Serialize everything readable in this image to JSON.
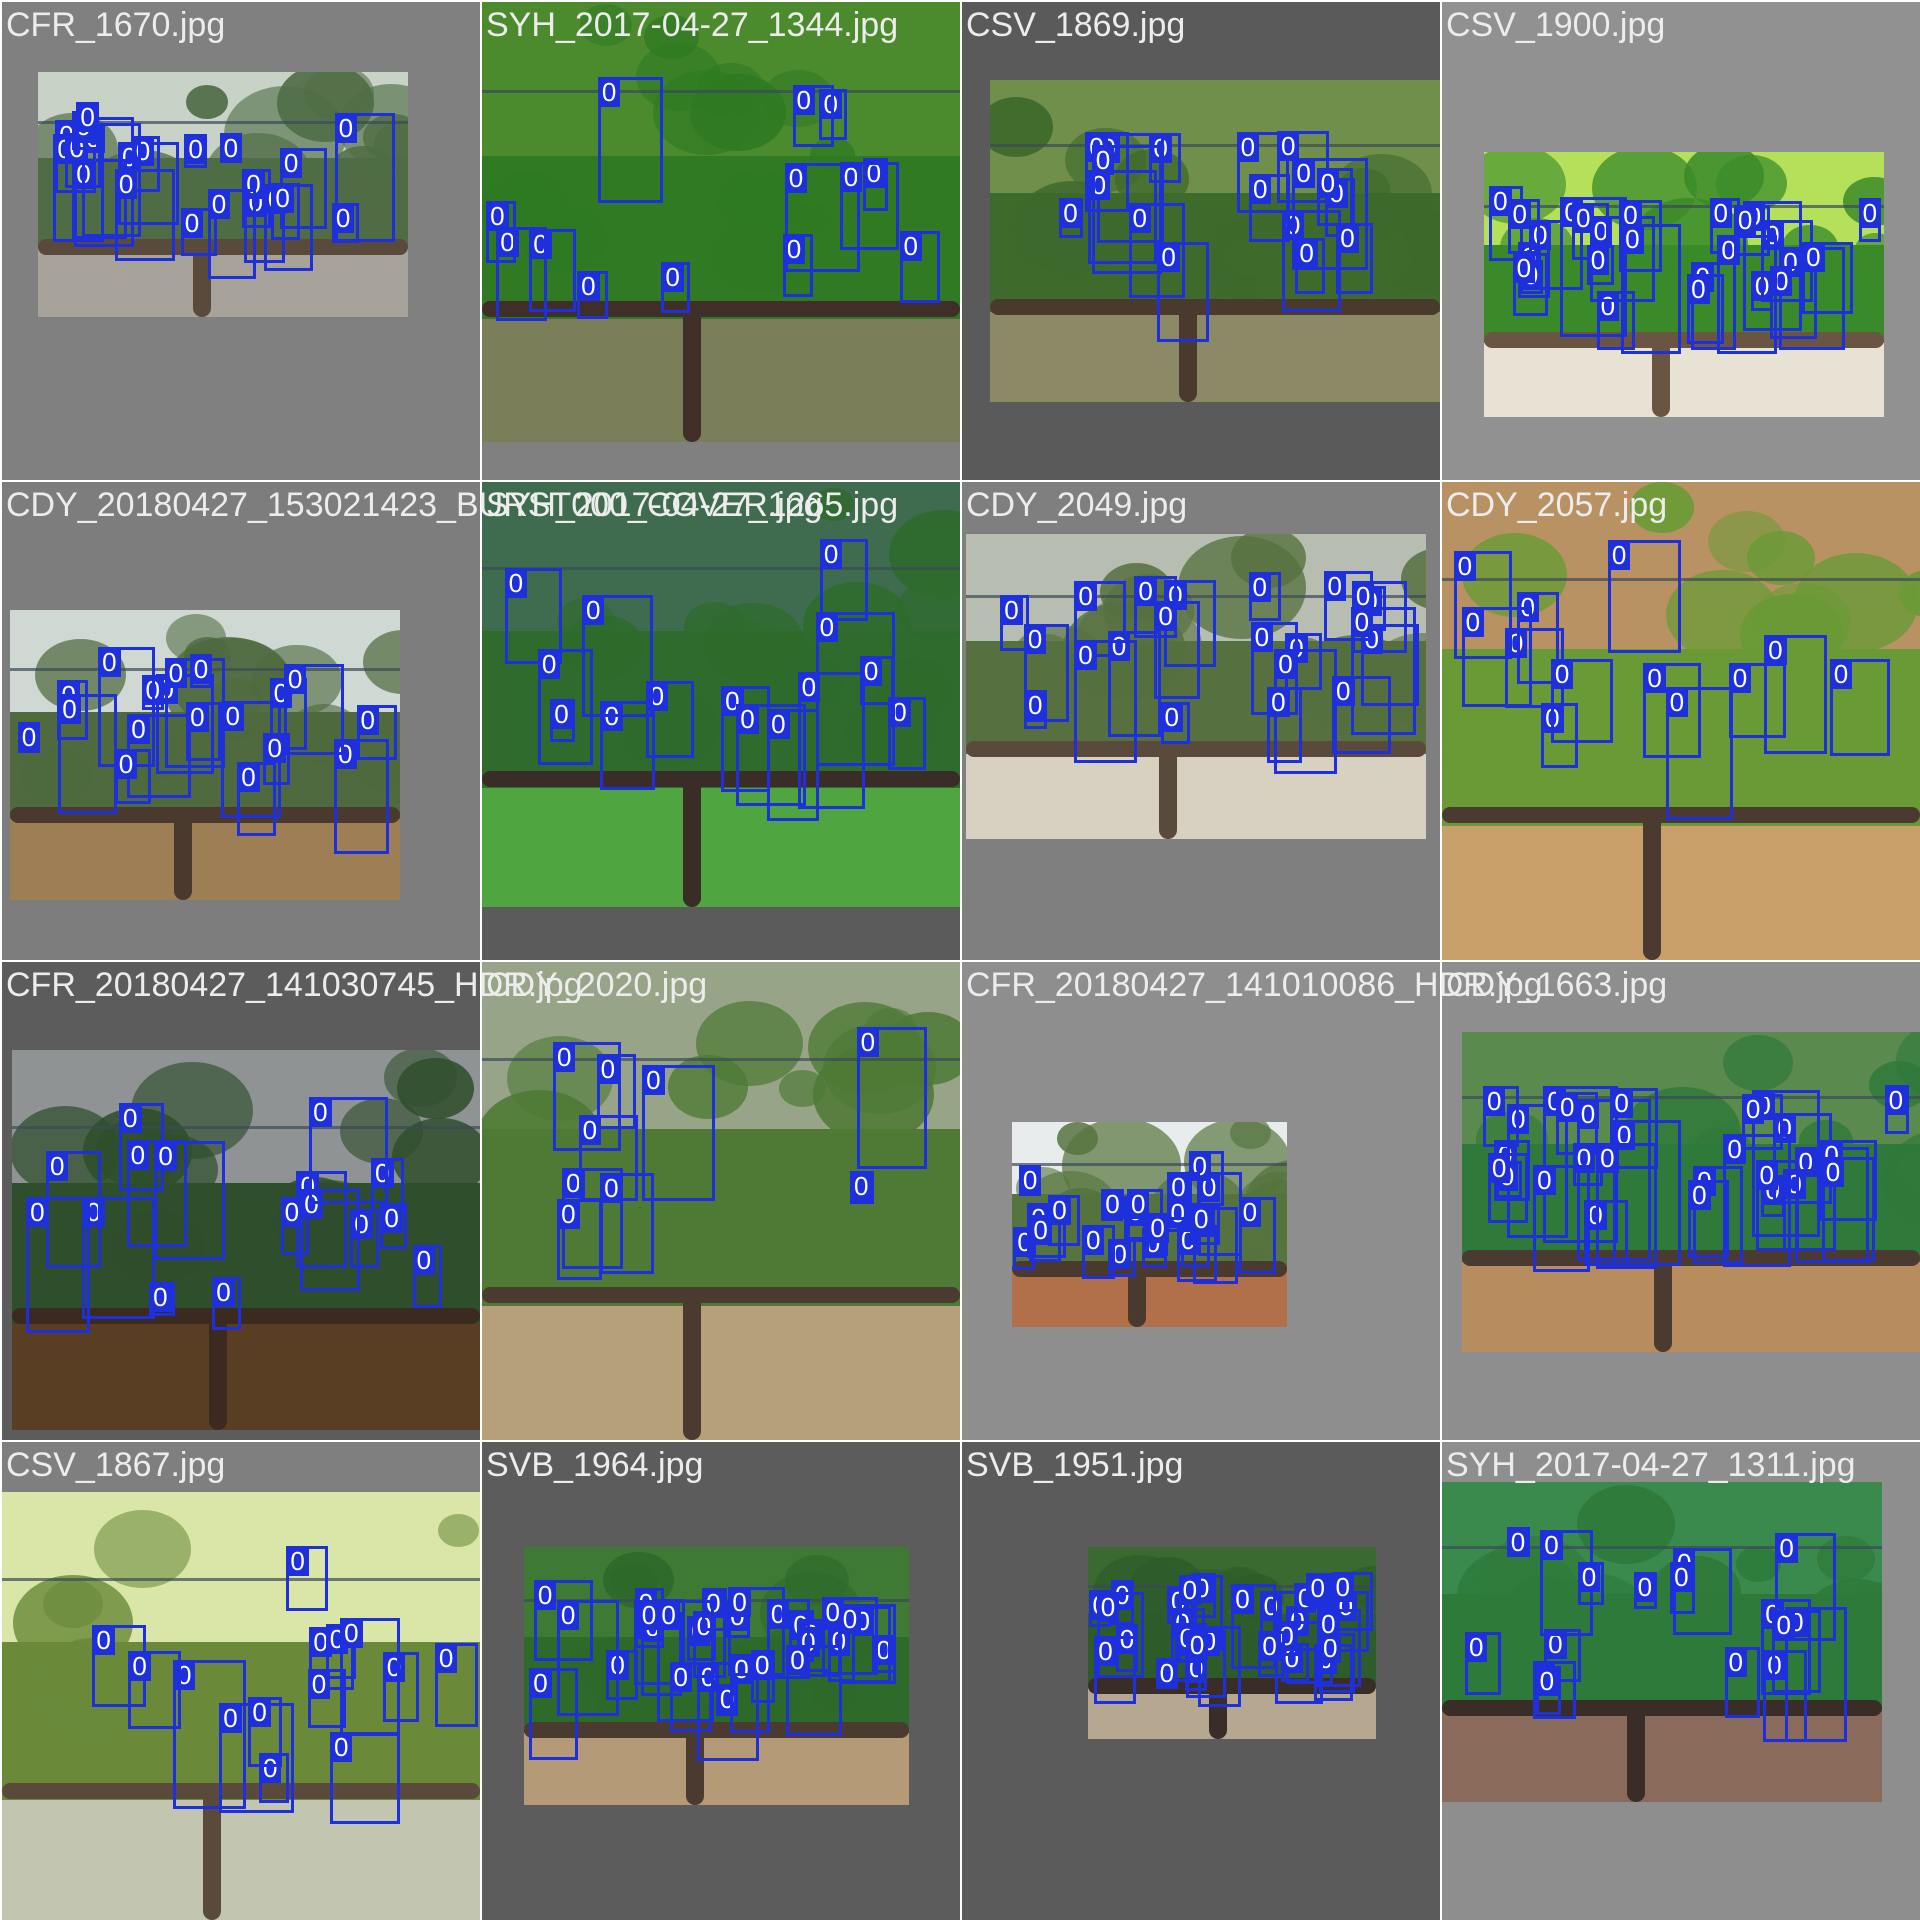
{
  "grid": {
    "cells": [
      {
        "filename": "CFR_1670.jpg",
        "bg": "#808080",
        "scene": {
          "sky": "#c9d2c6",
          "leaf": "#4f6d45",
          "ground": "#a7a39a",
          "trunk": "#5a4a3c"
        },
        "count": 22
      },
      {
        "filename": "SYH_2017-04-27_1344.jpg",
        "bg": "#808080",
        "scene": {
          "sky": "#4c8a2e",
          "leaf": "#2f7a22",
          "ground": "#7a7f5a",
          "trunk": "#3f2f28"
        },
        "count": 13
      },
      {
        "filename": "CSV_1869.jpg",
        "bg": "#5a5a5a",
        "scene": {
          "sky": "#6f8f4a",
          "leaf": "#3e6a2c",
          "ground": "#8c8a66",
          "trunk": "#4a3a2e"
        },
        "count": 17
      },
      {
        "filename": "CSV_1900.jpg",
        "bg": "#919191",
        "scene": {
          "sky": "#b4e05a",
          "leaf": "#3a8a2a",
          "ground": "#e8e2d4",
          "trunk": "#6a5542"
        },
        "count": 25
      },
      {
        "filename": "CDY_20180427_153021423_BURST000_COVER.jpg",
        "bg": "#7d7d7d",
        "scene": {
          "sky": "#cfd8d2",
          "leaf": "#4e6a3e",
          "ground": "#9e7f55",
          "trunk": "#4a3a2e"
        },
        "count": 18
      },
      {
        "filename": "SYH_2017-04-27_1265.jpg",
        "bg": "#5b5b5b",
        "scene": {
          "sky": "#3f6b4e",
          "leaf": "#2e6b2c",
          "ground": "#4fa640",
          "trunk": "#3a2c26"
        },
        "count": 14
      },
      {
        "filename": "CDY_2049.jpg",
        "bg": "#7f7f7f",
        "scene": {
          "sky": "#b7bdb0",
          "leaf": "#56703f",
          "ground": "#d8d0c0",
          "trunk": "#5a4a3c"
        },
        "count": 21
      },
      {
        "filename": "CDY_2057.jpg",
        "bg": "#8d8d8d",
        "scene": {
          "sky": "#b99264",
          "leaf": "#6a9a36",
          "ground": "#c9a06a",
          "trunk": "#4a3a30"
        },
        "count": 12
      },
      {
        "filename": "CFR_20180427_141030745_HDR.jpg",
        "bg": "#5c5c5c",
        "scene": {
          "sky": "#8f9394",
          "leaf": "#2f4e2c",
          "ground": "#5a3e24",
          "trunk": "#3a2a20"
        },
        "count": 16
      },
      {
        "filename": "CDY_2020.jpg",
        "bg": "#818181",
        "scene": {
          "sky": "#98a488",
          "leaf": "#4e7a36",
          "ground": "#b6a07a",
          "trunk": "#4a3a30"
        },
        "count": 9
      },
      {
        "filename": "CFR_20180427_141010086_HDR.jpg",
        "bg": "#8e8e8e",
        "scene": {
          "sky": "#e8ecec",
          "leaf": "#55743e",
          "ground": "#b2704a",
          "trunk": "#4a3a2e"
        },
        "count": 21
      },
      {
        "filename": "CDY_1663.jpg",
        "bg": "#8e8e8e",
        "scene": {
          "sky": "#5b8a4e",
          "leaf": "#2f7a3a",
          "ground": "#b78c5e",
          "trunk": "#4a3a30"
        },
        "count": 27
      },
      {
        "filename": "CSV_1867.jpg",
        "bg": "#7f7f7f",
        "scene": {
          "sky": "#d9e6a8",
          "leaf": "#6a8a3a",
          "ground": "#c2c6b0",
          "trunk": "#5a4a3c"
        },
        "count": 14
      },
      {
        "filename": "SVB_1964.jpg",
        "bg": "#5c5c5c",
        "scene": {
          "sky": "#3f7a34",
          "leaf": "#2e6a2a",
          "ground": "#b49a76",
          "trunk": "#4a3a30"
        },
        "count": 29
      },
      {
        "filename": "SVB_1951.jpg",
        "bg": "#5b5b5b",
        "scene": {
          "sky": "#3a6a30",
          "leaf": "#2e5c2a",
          "ground": "#b6a890",
          "trunk": "#3a2c26"
        },
        "count": 28
      },
      {
        "filename": "SYH_2017-04-27_1311.jpg",
        "bg": "#8e8e8e",
        "scene": {
          "sky": "#3a8a4e",
          "leaf": "#2e7a3a",
          "ground": "#8a6a5a",
          "trunk": "#3a2c26"
        },
        "count": 16
      }
    ]
  },
  "annotation": {
    "class_label": "0",
    "box_color": "#1e2fdc"
  }
}
